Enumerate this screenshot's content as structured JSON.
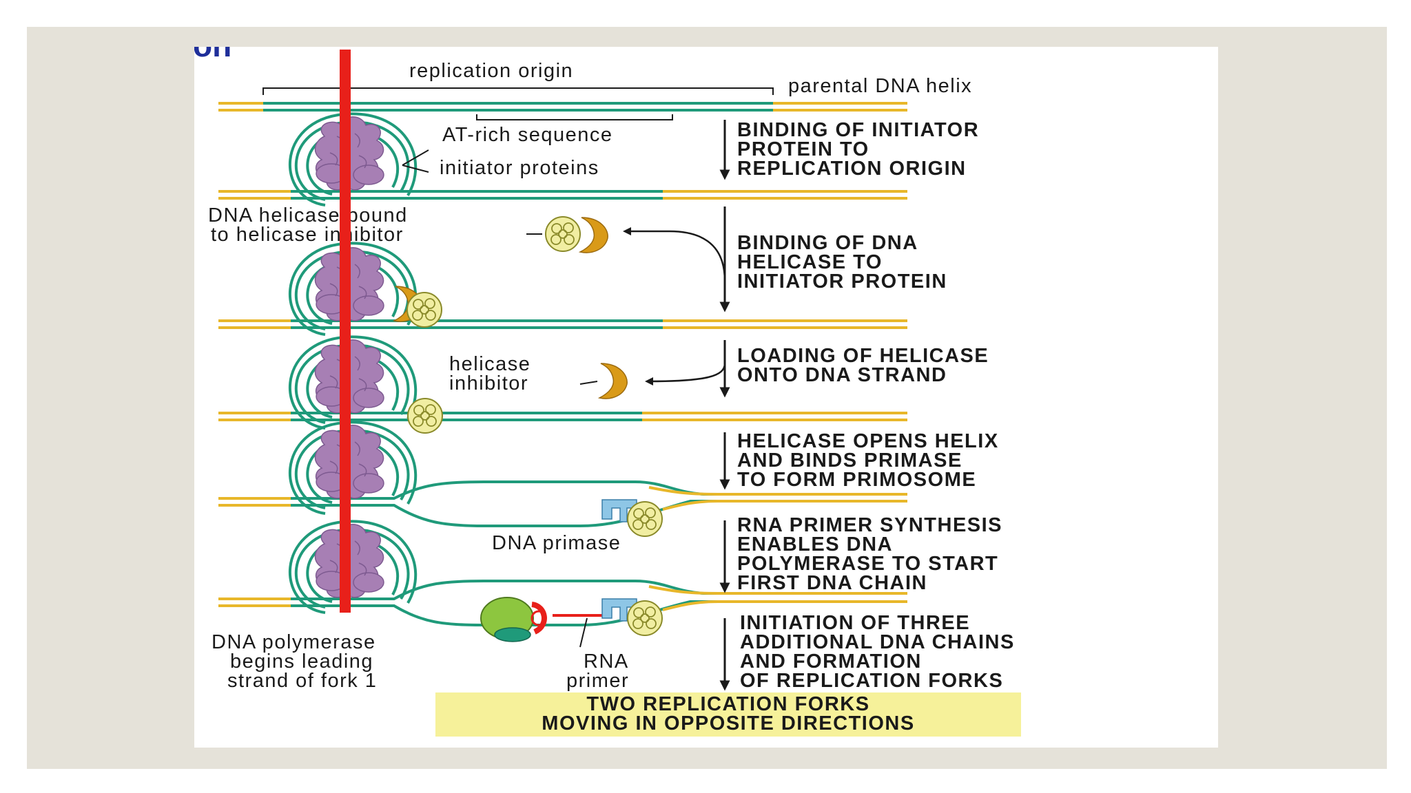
{
  "title_fragment": "on",
  "labels": {
    "replication_origin": "replication origin",
    "parental_dna_helix": "parental DNA helix",
    "at_rich_sequence": "AT-rich sequence",
    "initiator_proteins": "initiator proteins",
    "dna_helicase_bound": [
      "DNA helicase bound",
      "to helicase inhibitor"
    ],
    "helicase_inhibitor": [
      "helicase",
      "inhibitor"
    ],
    "dna_primase": "DNA primase",
    "dna_polymerase": [
      "DNA polymerase",
      "begins leading",
      "strand of fork 1"
    ],
    "rna_primer": [
      "RNA",
      "primer"
    ]
  },
  "steps": [
    {
      "lines": [
        "BINDING OF INITIATOR",
        "PROTEIN TO",
        "REPLICATION ORIGIN"
      ]
    },
    {
      "lines": [
        "BINDING OF DNA",
        "HELICASE TO",
        "INITIATOR PROTEIN"
      ]
    },
    {
      "lines": [
        "LOADING OF HELICASE",
        "ONTO DNA STRAND"
      ]
    },
    {
      "lines": [
        "HELICASE OPENS HELIX",
        "AND BINDS PRIMASE",
        "TO FORM PRIMOSOME"
      ]
    },
    {
      "lines": [
        "RNA PRIMER SYNTHESIS",
        "ENABLES DNA",
        "POLYMERASE TO START",
        "FIRST DNA CHAIN"
      ]
    },
    {
      "lines": [
        "INITIATION OF THREE",
        "ADDITIONAL DNA CHAINS",
        "AND FORMATION",
        "OF REPLICATION FORKS"
      ]
    }
  ],
  "banner": [
    "TWO REPLICATION FORKS",
    "MOVING IN OPPOSITE DIRECTIONS"
  ],
  "colors": {
    "slide_background": "#e5e2d9",
    "dna_green": "#1f9a7a",
    "dna_yellow": "#e8b72a",
    "initiator_purple": "#a77fb4",
    "helicase_orange": "#d99a18",
    "helicase_yellow": "#f1eea2",
    "primase_blue": "#8ec6e6",
    "polymerase_green": "#8dc63f",
    "marker_red": "#e8201a",
    "banner_yellow": "#f6f19a",
    "title_blue": "#1f2f9a"
  }
}
